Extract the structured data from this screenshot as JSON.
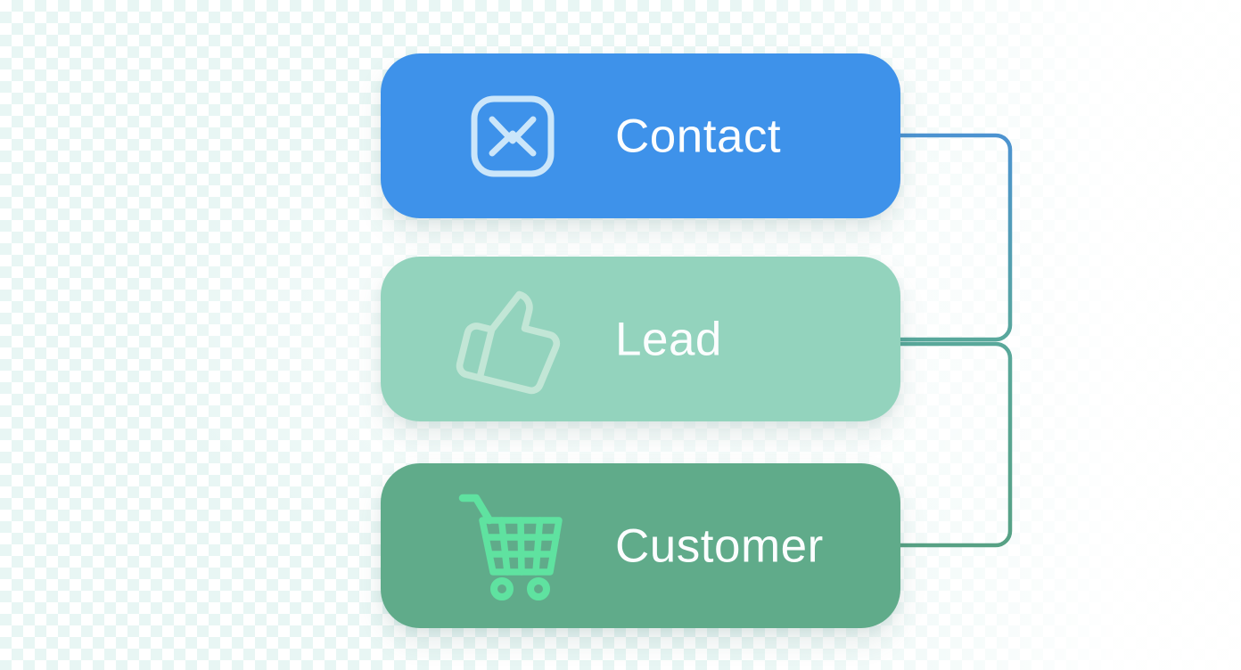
{
  "stages": [
    {
      "label": "Contact",
      "icon": "mail-icon"
    },
    {
      "label": "Lead",
      "icon": "thumbs-up-icon"
    },
    {
      "label": "Customer",
      "icon": "cart-icon"
    }
  ],
  "connectors": [
    {
      "from": "Contact",
      "to": "Lead"
    },
    {
      "from": "Lead",
      "to": "Customer"
    }
  ],
  "colors": {
    "background": "#ffffff",
    "pattern": "#e8f6f4",
    "contact-card": "#3e92ea",
    "lead-card": "#93d3bd",
    "customer-card": "#60ab8a",
    "label-text": "#fbfdfe",
    "mail-icon": "#cbe6fa",
    "thumbs-up-icon": "#c2e6d6",
    "cart-icon": "#5fe2a0",
    "connector-blue": "#4c92d2",
    "connector-teal": "#59a89b",
    "connector-green": "#57a184"
  }
}
